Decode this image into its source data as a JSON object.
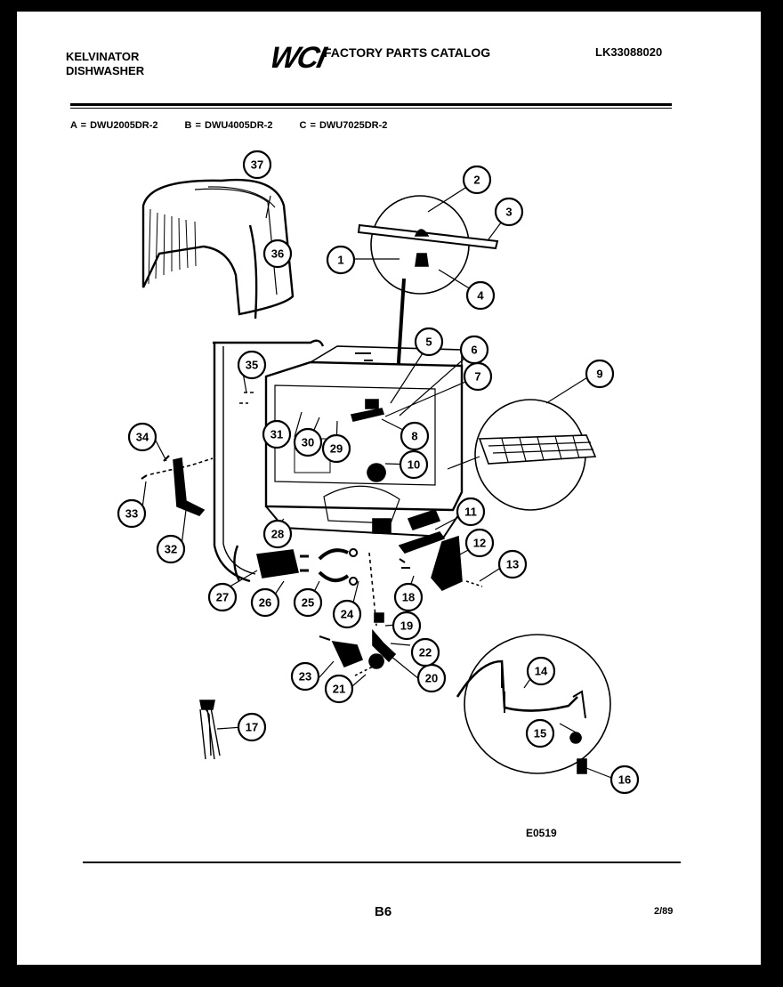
{
  "header": {
    "brand_line1": "KELVINATOR",
    "brand_line2": "DISHWASHER",
    "logo_text": "WCI",
    "catalog_title": "FACTORY PARTS CATALOG",
    "catalog_number": "LK33088020"
  },
  "models": {
    "a": "A = DWU2005DR-2",
    "b": "B = DWU4005DR-2",
    "c": "C = DWU7025DR-2"
  },
  "diagram": {
    "callouts": [
      "1",
      "2",
      "3",
      "4",
      "5",
      "6",
      "7",
      "8",
      "9",
      "10",
      "11",
      "12",
      "13",
      "14",
      "15",
      "16",
      "17",
      "18",
      "19",
      "20",
      "21",
      "22",
      "23",
      "24",
      "25",
      "26",
      "27",
      "28",
      "29",
      "30",
      "31",
      "32",
      "33",
      "34",
      "35",
      "36",
      "37"
    ],
    "illustration_code": "E0519"
  },
  "footer": {
    "page": "B6",
    "date": "2/89"
  }
}
